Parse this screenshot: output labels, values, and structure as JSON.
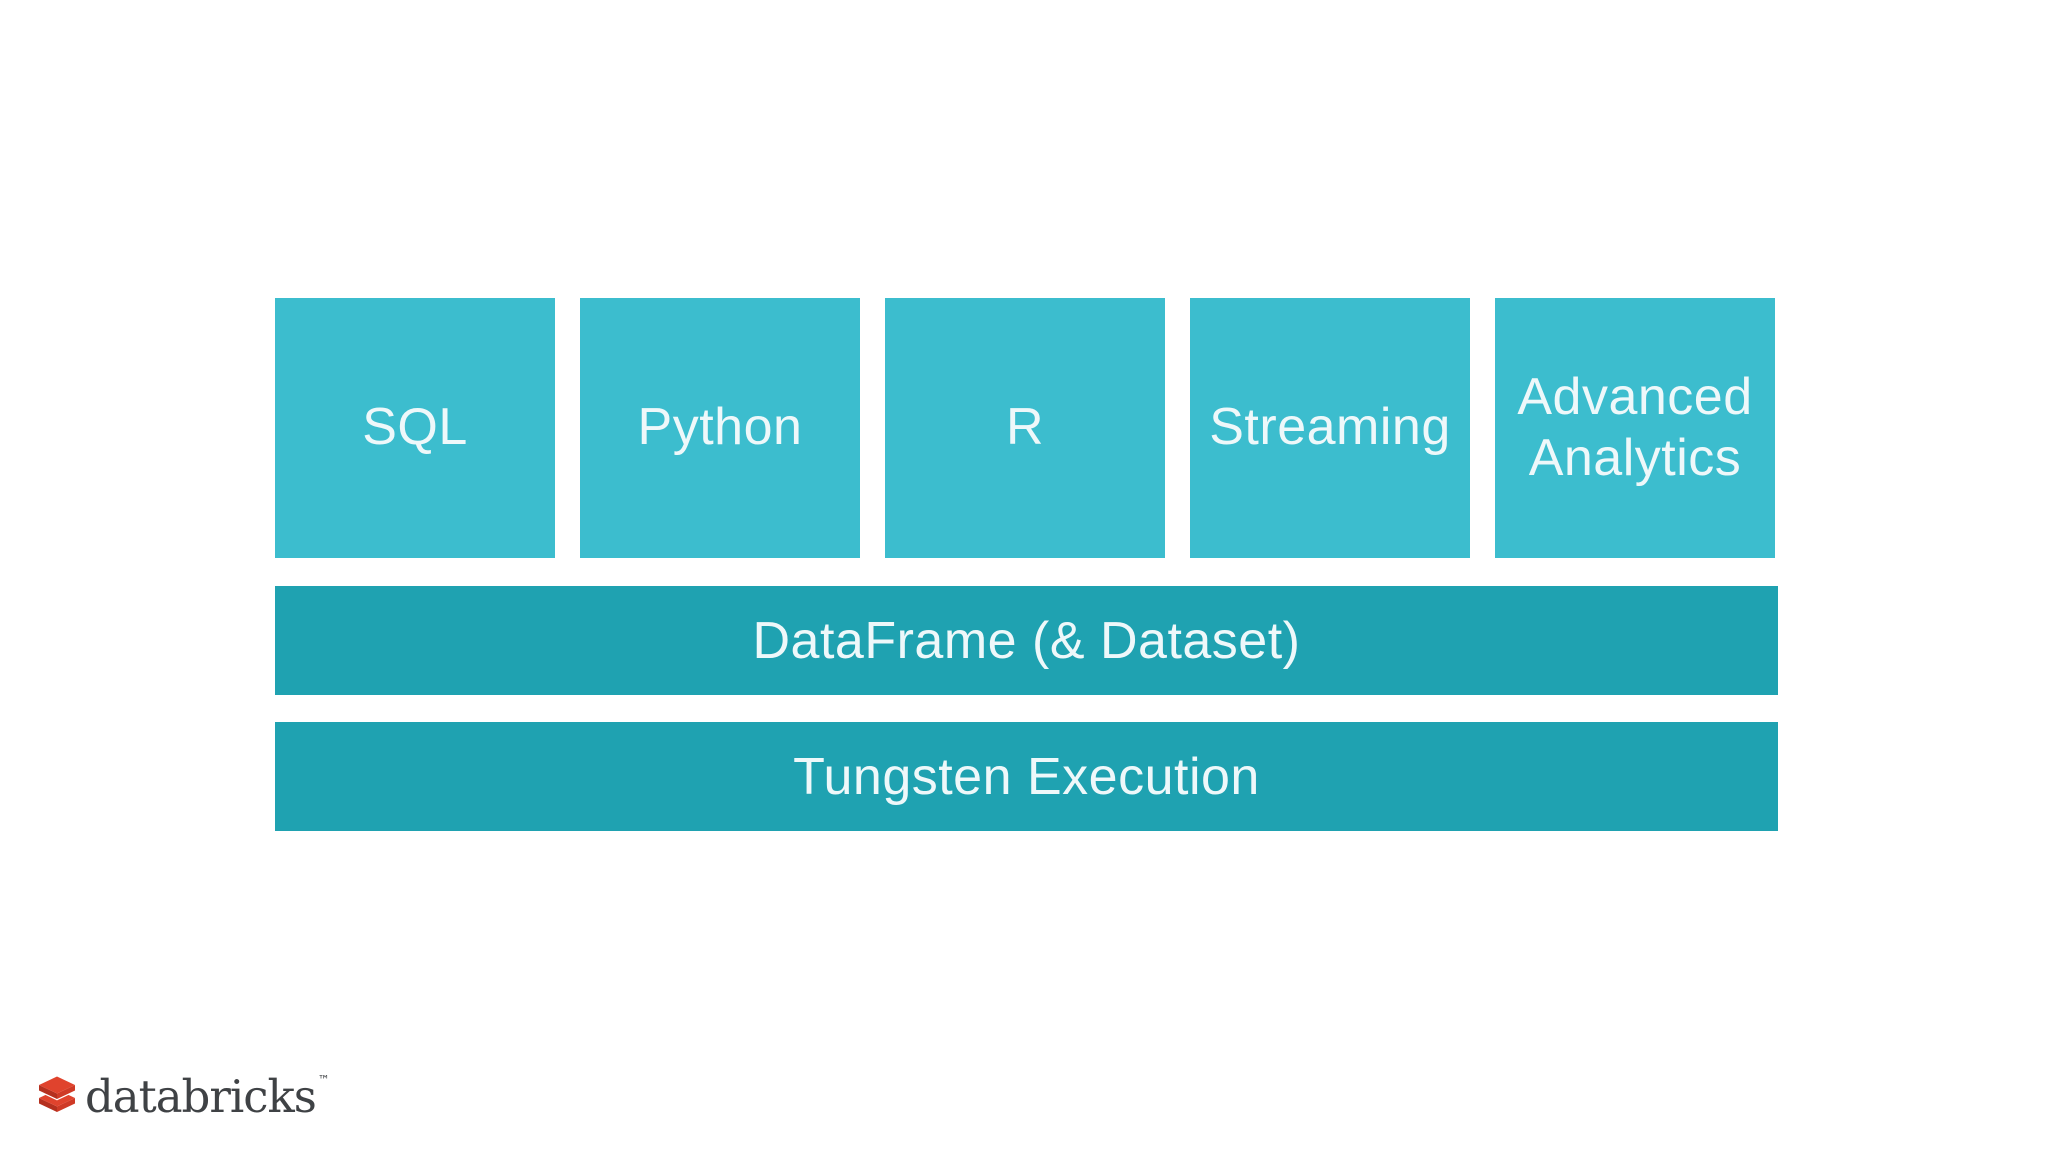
{
  "theme": {
    "background": "#ffffff",
    "box-fill": "#3cbdce",
    "bar-fill": "#1fa2b1",
    "box-text": "#eef8fa",
    "logo-text": "#3f4245",
    "logo-red": "#e0432d",
    "logo-red-dark": "#b5301f"
  },
  "diagram": {
    "api_boxes": [
      {
        "label": "SQL"
      },
      {
        "label": "Python"
      },
      {
        "label": "R"
      },
      {
        "label": "Streaming"
      },
      {
        "label": "Advanced Analytics"
      }
    ],
    "layers": [
      {
        "label": "DataFrame (& Dataset)"
      },
      {
        "label": "Tungsten Execution"
      }
    ]
  },
  "footer": {
    "brand": "databricks",
    "trademark": "™"
  }
}
